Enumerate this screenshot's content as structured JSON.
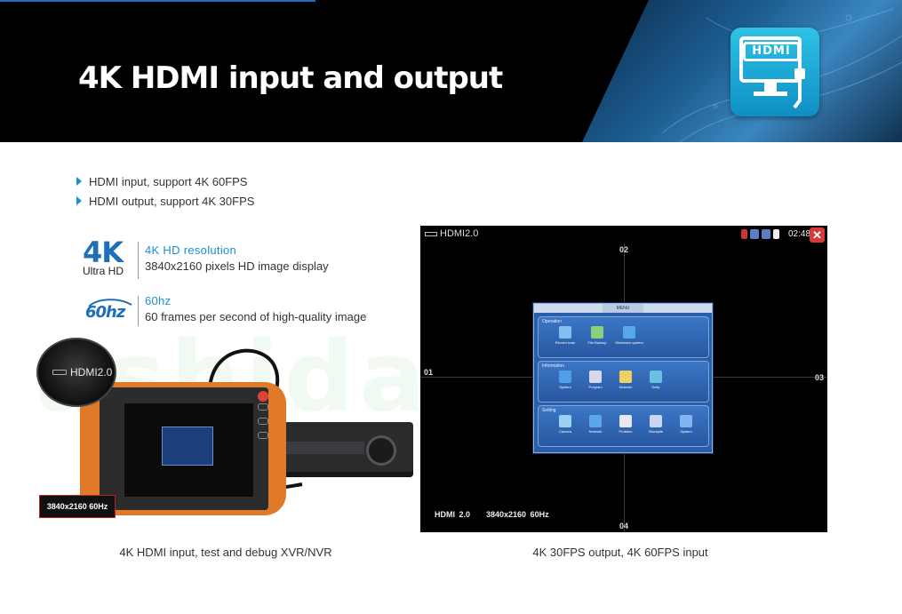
{
  "banner": {
    "title": "4K HDMI input and output",
    "icon": "hdmi-monitor-icon",
    "icon_word": "HDMI"
  },
  "bullets": [
    "HDMI input, support 4K 60FPS",
    "HDMI output, support 4K 30FPS"
  ],
  "features": [
    {
      "logo_big": "4K",
      "logo_small": "Ultra HD",
      "title": "4K HD resolution",
      "description": "3840x2160 pixels HD image display"
    },
    {
      "logo_big": "60hz",
      "title": "60hz",
      "description": "60 frames per second of high-quality image"
    }
  ],
  "watermark": "ashidatek",
  "left_illustration": {
    "port_label": "HDMI2.0",
    "resolution_tag": "3840x2160 60Hz",
    "caption": "4K HDMI input, test and debug XVR/NVR"
  },
  "screen": {
    "title": "HDMI2.0",
    "time": "02:48",
    "close_glyph": "✕",
    "axis_labels": {
      "top": "02",
      "left": "01",
      "right": "03",
      "bottom": "04"
    },
    "footer": "HDMI 2.0    3840x2160 60Hz",
    "menu": {
      "title": "MENU",
      "groups": [
        {
          "label": "Operation",
          "items": [
            "Record scan",
            "File Backup",
            "Shutdown system"
          ]
        },
        {
          "label": "Information",
          "items": [
            "System",
            "Program",
            "Network",
            "Daily"
          ]
        },
        {
          "label": "Setting",
          "items": [
            "Camera",
            "Network",
            "Problem",
            "Stockpile",
            "System"
          ]
        }
      ]
    },
    "caption": "4K 30FPS output, 4K 60FPS input"
  },
  "colors": {
    "accent_blue": "#1b8fd3",
    "banner_bg": "#000000",
    "tester_orange": "#e07a28",
    "close_red": "#d63a3a"
  }
}
